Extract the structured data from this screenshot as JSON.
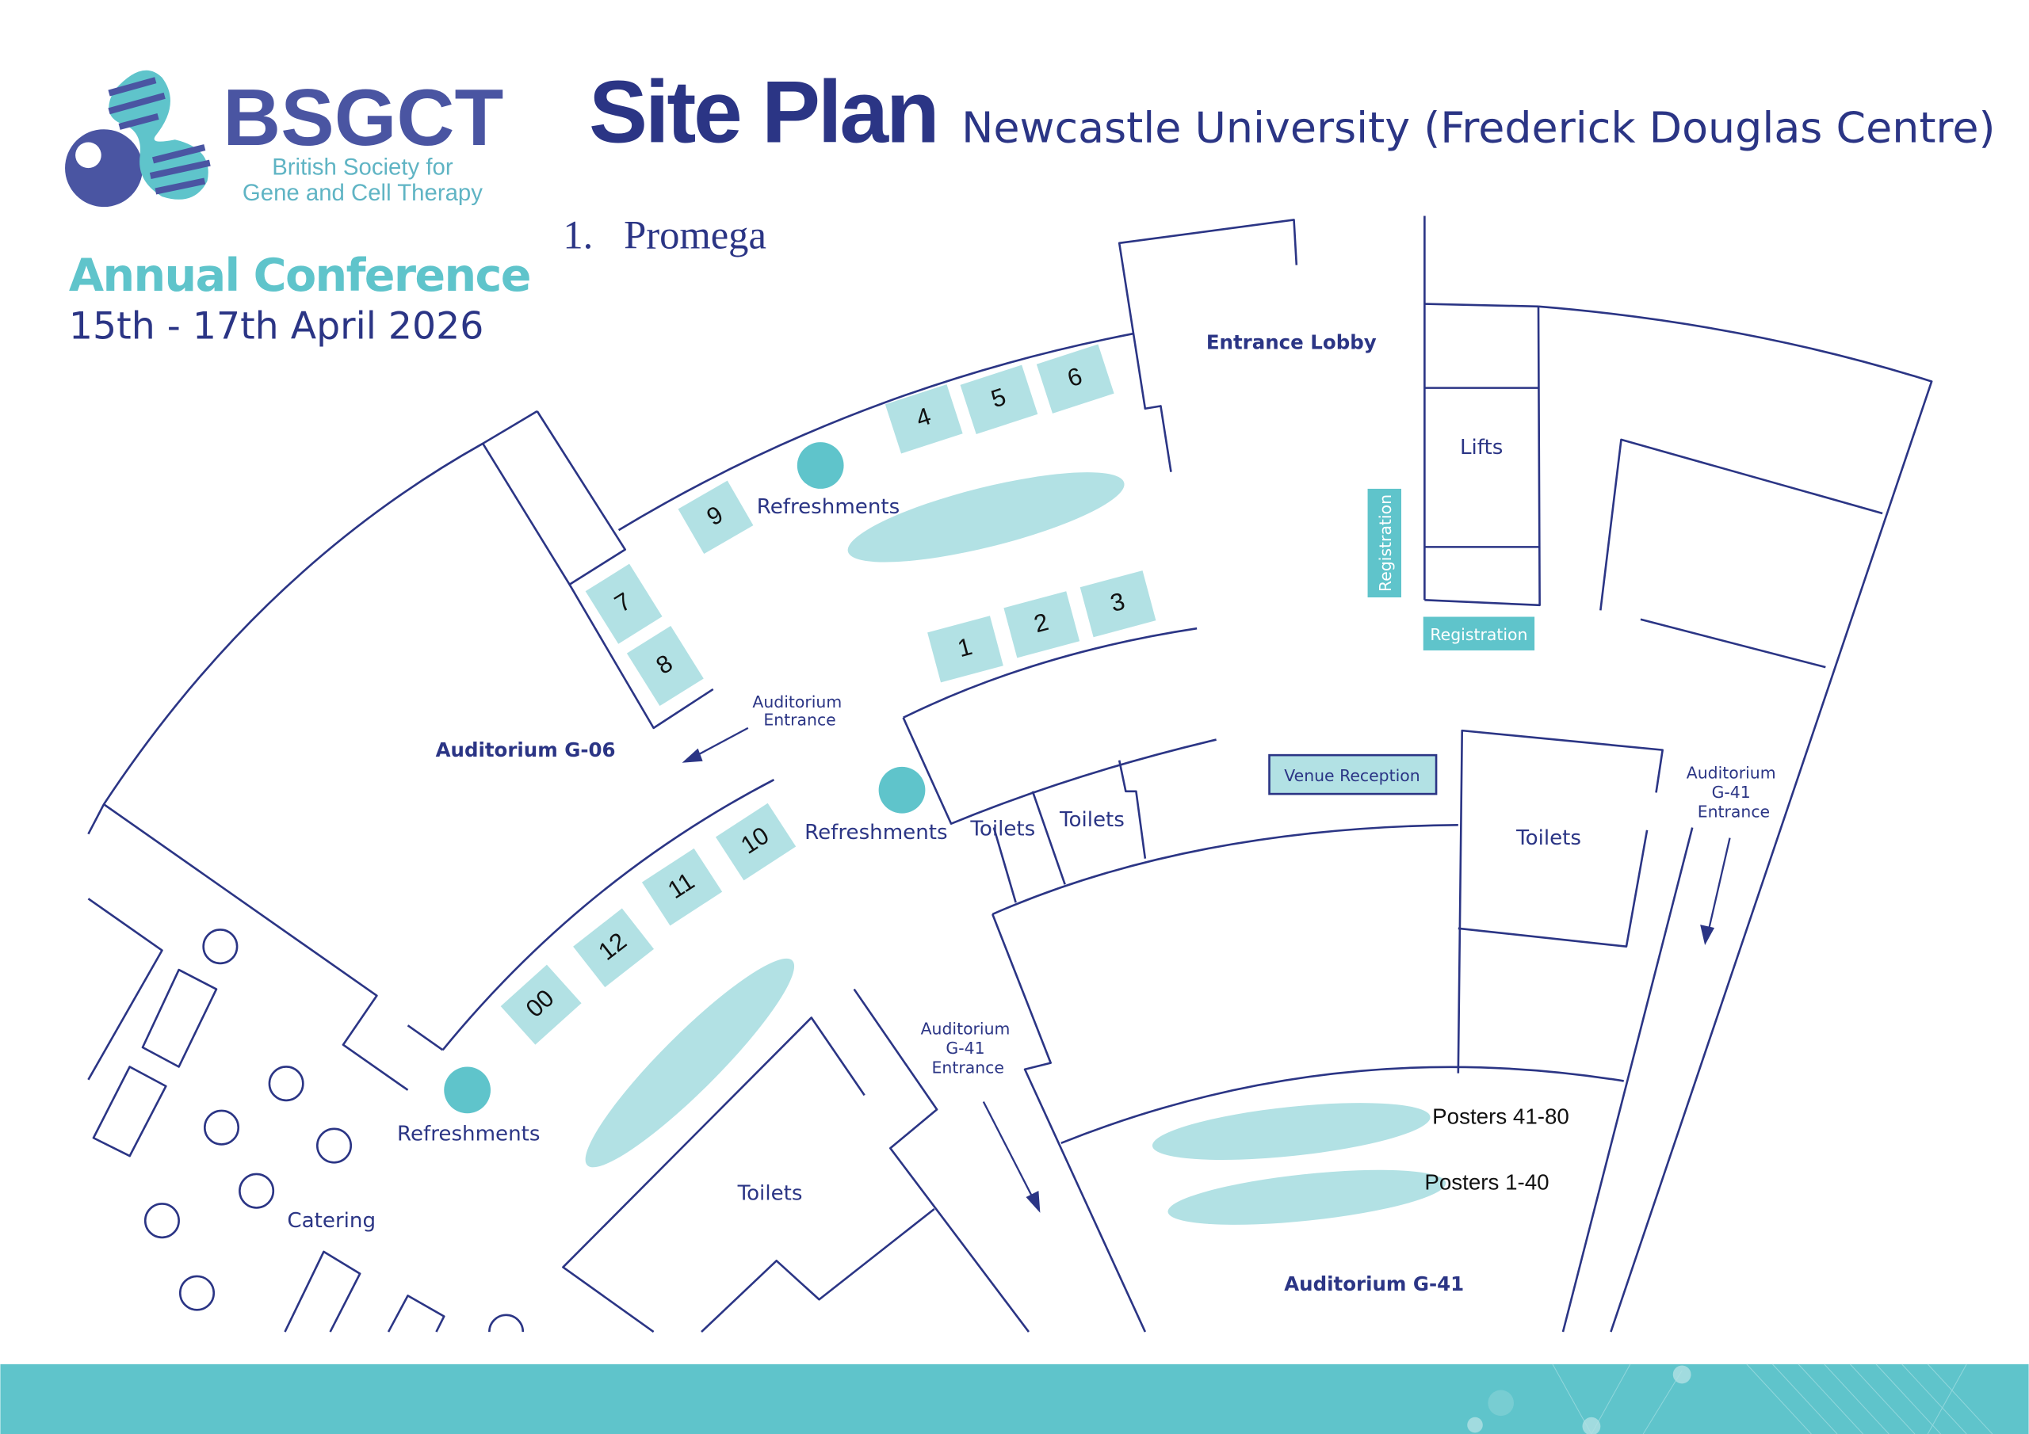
{
  "header": {
    "logo": {
      "acronym": "BSGCT",
      "line1": "British Society for",
      "line2": "Gene and Cell Therapy"
    },
    "conference": "Annual Conference",
    "dates": "15th - 17th April 2026",
    "title": "Site Plan",
    "venue": "Newcastle University (Frederick Douglas Centre)",
    "sponsor_number": "1.",
    "sponsor_name": "Promega"
  },
  "booths": [
    "1",
    "2",
    "3",
    "4",
    "5",
    "6",
    "7",
    "8",
    "9",
    "10",
    "11",
    "12",
    "00"
  ],
  "labels": {
    "entrance_lobby": "Entrance Lobby",
    "lifts": "Lifts",
    "registration_vertical": "Registration",
    "registration": "Registration",
    "venue_reception": "Venue Reception",
    "refreshments_top": "Refreshments",
    "refreshments_mid": "Refreshments",
    "refreshments_bottom": "Refreshments",
    "auditorium_g06": "Auditorium G-06",
    "auditorium_entrance": [
      "Auditorium",
      "Entrance"
    ],
    "auditorium_g41_entrance_mid": [
      "Auditorium",
      "G-41",
      "Entrance"
    ],
    "auditorium_g41_entrance_right": [
      "Auditorium",
      "G-41",
      "Entrance"
    ],
    "toilets_1": "Toilets",
    "toilets_2": "Toilets",
    "toilets_3": "Toilets",
    "toilets_4": "Toilets",
    "catering": "Catering",
    "posters_41_80": "Posters 41-80",
    "posters_1_40": "Posters 1-40",
    "auditorium_g41": "Auditorium G-41"
  },
  "colors": {
    "navy": "#2b3585",
    "logo_blue": "#4a55a2",
    "teal": "#5fc4cb",
    "light_teal": "#b2e1e4"
  }
}
